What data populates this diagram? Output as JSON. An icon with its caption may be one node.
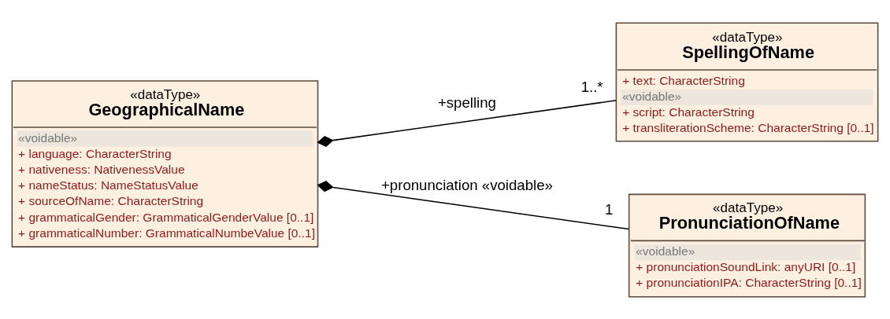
{
  "diagram": {
    "nodes": [
      {
        "text": [
          "«dataType»",
          "GeographicalName",
          "«voidable»",
          "+ language: CharacterString",
          "+ nativeness: NativenessValue",
          "+ nameStatus: NameStatusValue",
          "+ sourceOfName: CharacterString",
          "+ grammaticalGender: GrammaticalGenderValue [0..1]",
          "+ grammaticalNumber: GrammaticalNumbeValue [0..1]"
        ]
      },
      {
        "text": [
          "«dataType»",
          "SpellingOfName",
          "+ text: CharacterString",
          "«voidable»",
          "+ script: CharacterString",
          "+ transliterationScheme: CharacterString [0..1]"
        ]
      },
      {
        "text": [
          "«dataType»",
          "PronunciationOfName",
          "«voidable»",
          "+ pronunciationSoundLink: anyURI [0..1]",
          "+ pronunciationIPA: CharacterString [0..1]"
        ]
      }
    ],
    "edges": [
      {
        "from": 0,
        "to": 1,
        "arrow": "other",
        "label": "+spelling"
      },
      {
        "from": 0,
        "to": 2,
        "arrow": "other",
        "label": "+pronunciation «voidable»"
      }
    ],
    "labels": [
      "1..*",
      "1"
    ]
  }
}
